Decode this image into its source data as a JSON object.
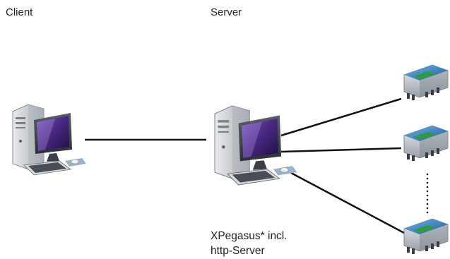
{
  "labels": {
    "client": "Client",
    "server": "Server",
    "server_caption_line1": "XPegasus* incl.",
    "server_caption_line2": "http-Server"
  },
  "nodes": {
    "client": {
      "icon": "desktop-computer-icon"
    },
    "server": {
      "icon": "desktop-computer-icon"
    },
    "devices": [
      {
        "icon": "din-rail-controller-icon"
      },
      {
        "icon": "din-rail-controller-icon"
      },
      {
        "icon": "din-rail-controller-icon"
      }
    ]
  },
  "colors": {
    "screen_purple": "#4b2a84",
    "case_gray": "#c9ccd1",
    "device_blue": "#2f7fc0",
    "device_green": "#2e9a43",
    "line": "#111111"
  }
}
